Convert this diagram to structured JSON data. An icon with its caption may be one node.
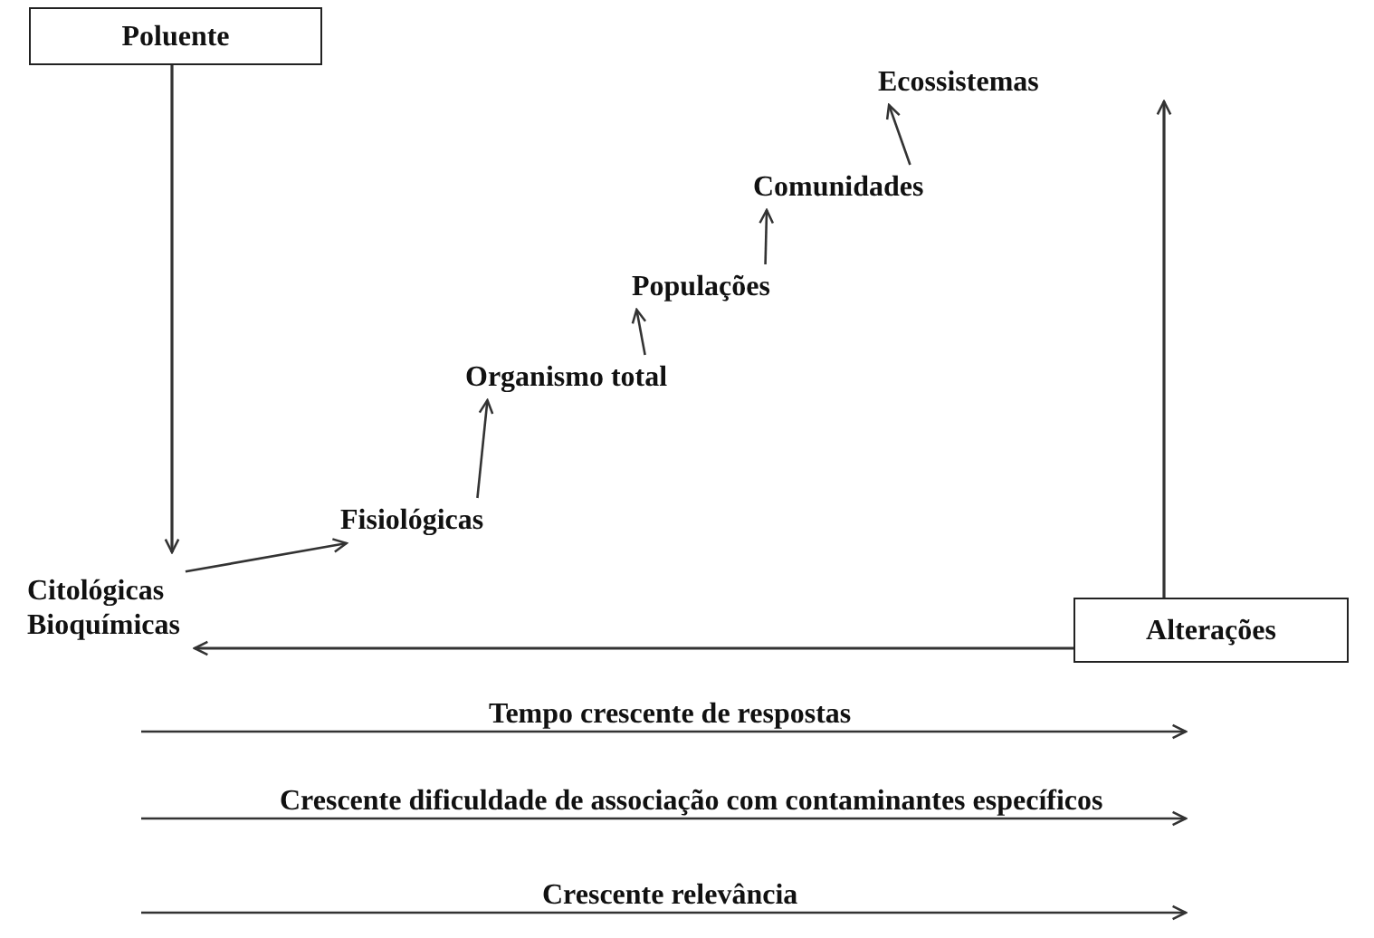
{
  "diagram": {
    "nodes": [
      {
        "text": [
          "Poluente"
        ]
      },
      {
        "text": [
          "Citológicas",
          "Bioquímicas"
        ]
      },
      {
        "text": [
          "Fisiológicas"
        ]
      },
      {
        "text": [
          "Organismo total"
        ]
      },
      {
        "text": [
          "Populações"
        ]
      },
      {
        "text": [
          "Comunidades"
        ]
      },
      {
        "text": [
          "Ecossistemas"
        ]
      },
      {
        "text": [
          "Alterações"
        ]
      }
    ],
    "edges": [
      {
        "from": 0,
        "to": 1,
        "arrow": "to"
      },
      {
        "from": 1,
        "to": 2,
        "arrow": "to"
      },
      {
        "from": 2,
        "to": 3,
        "arrow": "to"
      },
      {
        "from": 3,
        "to": 4,
        "arrow": "to"
      },
      {
        "from": 4,
        "to": 5,
        "arrow": "to"
      },
      {
        "from": 5,
        "to": 6,
        "arrow": "to"
      },
      {
        "from": 7,
        "to": 1,
        "arrow": "to"
      },
      {
        "from": 7,
        "to": null,
        "arrow": "to"
      }
    ],
    "labels": [
      "Tempo crescente de respostas",
      "Crescente dificuldade de associação com contaminantes específicos",
      "Crescente relevância"
    ]
  }
}
